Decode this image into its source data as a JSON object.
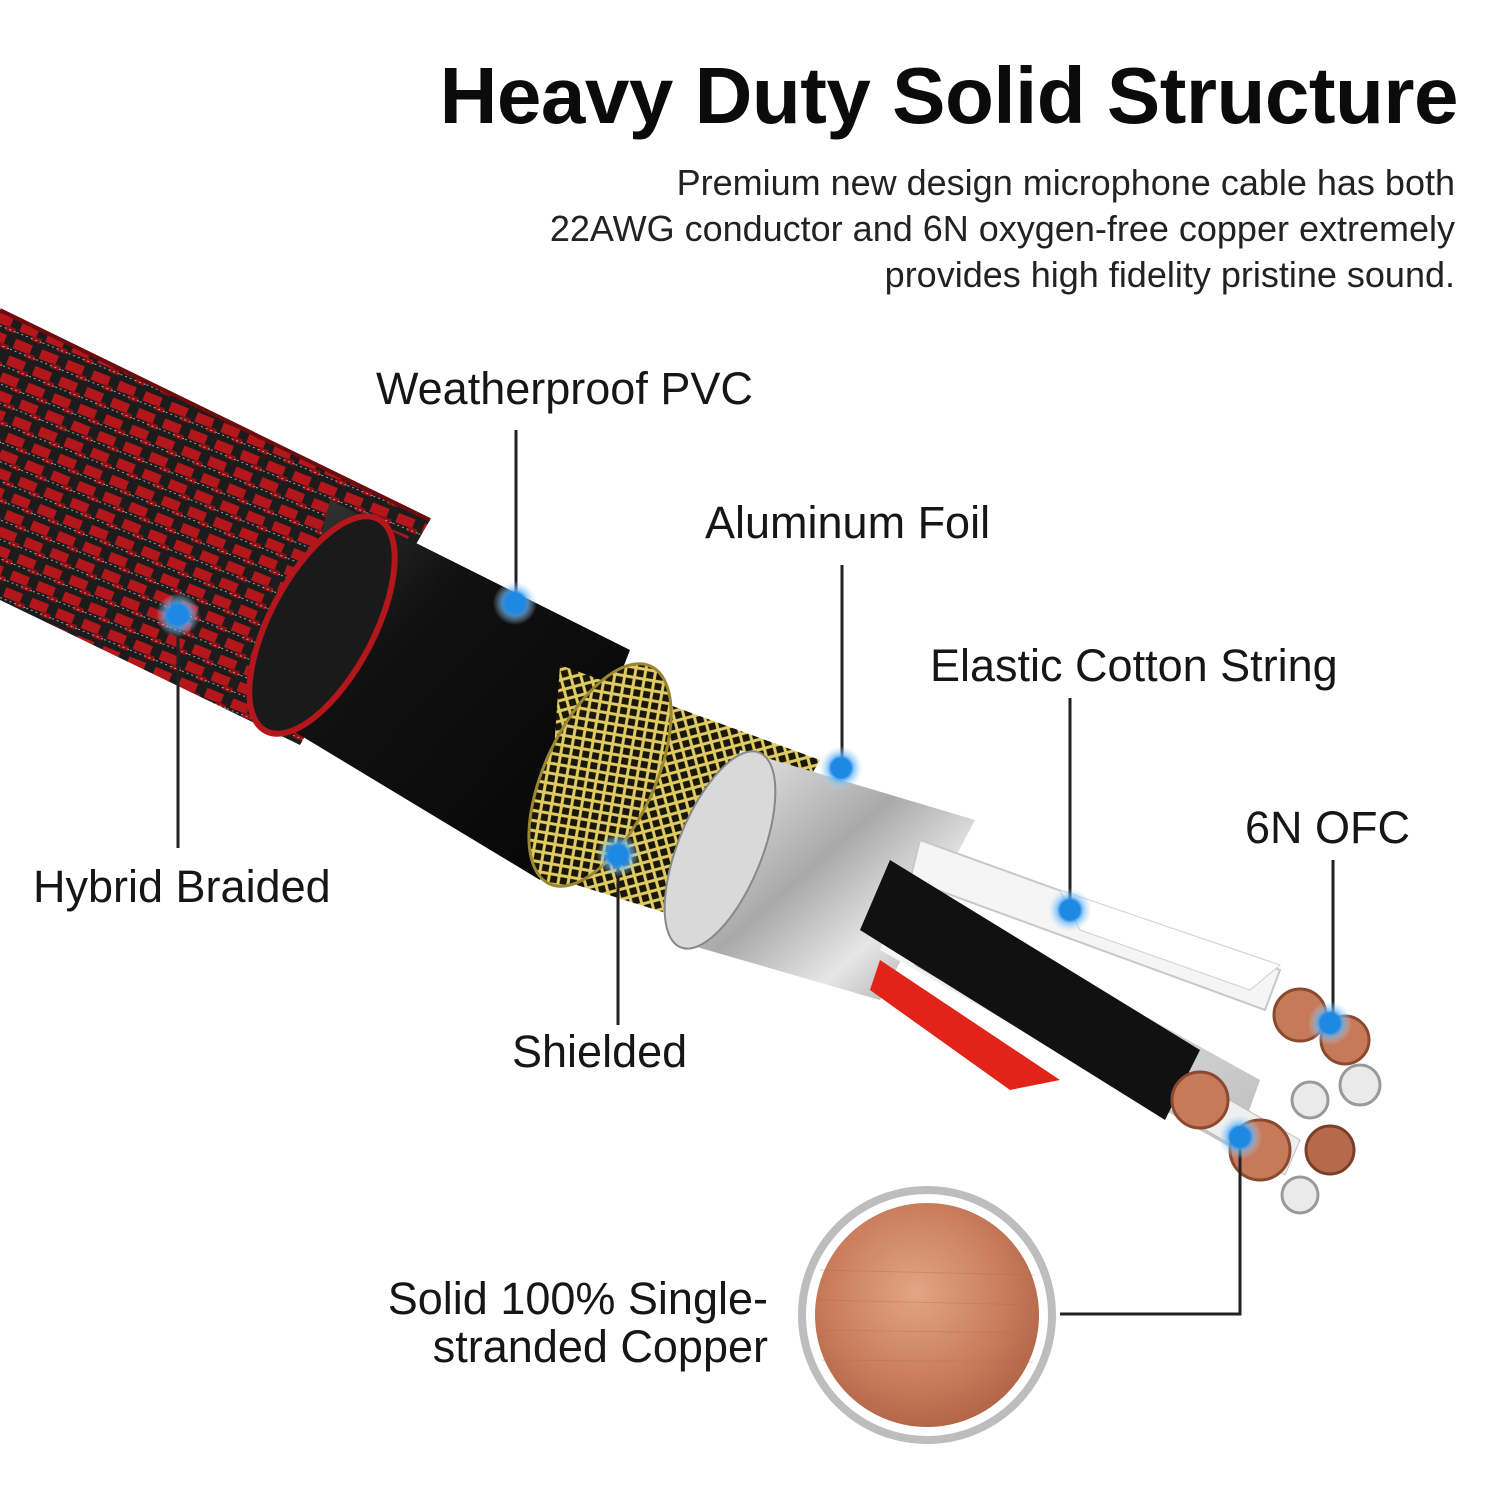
{
  "header": {
    "title": "Heavy Duty Solid Structure",
    "description_lines": [
      "Premium new design microphone cable has both",
      "22AWG conductor and 6N oxygen-free copper extremely",
      "provides high fidelity pristine sound."
    ]
  },
  "callouts": {
    "weatherproof_pvc": "Weatherproof PVC",
    "aluminum_foil": "Aluminum Foil",
    "elastic_cotton_string": "Elastic Cotton String",
    "ofc": "6N OFC",
    "hybrid_braided": "Hybrid Braided",
    "shielded": "Shielded",
    "solid_copper_lines": [
      "Solid 100% Single-",
      "stranded Copper"
    ]
  },
  "colors": {
    "braid_red": "#b3161b",
    "braid_dark": "#1c1c1c",
    "pvc_black": "#121212",
    "shield_gold": "#c9b24a",
    "foil_silver": "#c8c8c8",
    "copper": "#c77a5a",
    "marker_blue": "#1e88e5",
    "leader_line": "#222222"
  }
}
